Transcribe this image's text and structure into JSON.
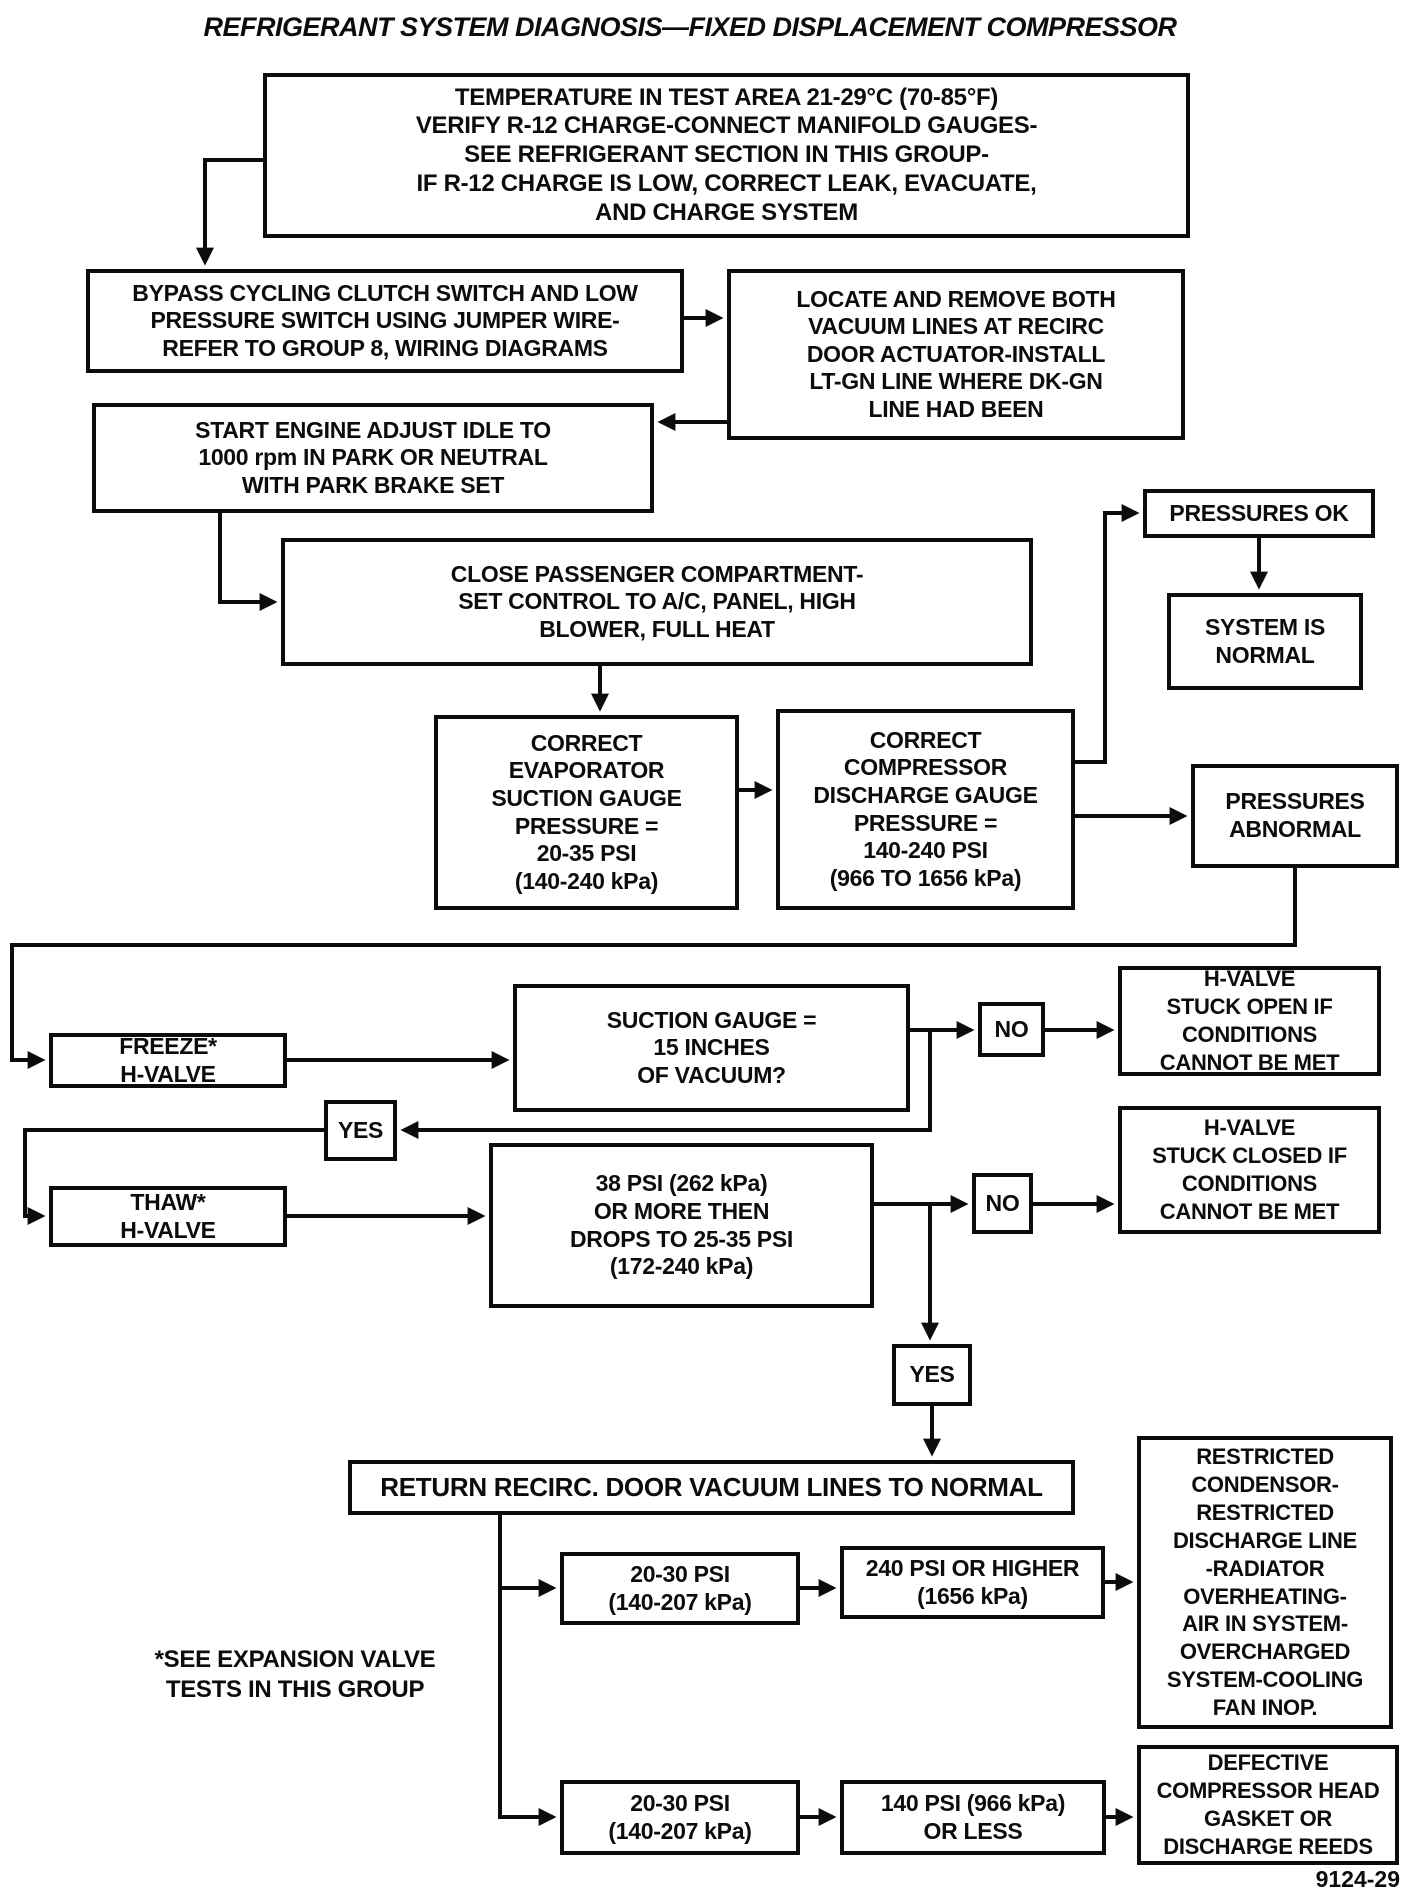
{
  "title": "REFRIGERANT SYSTEM DIAGNOSIS—FIXED DISPLACEMENT COMPRESSOR",
  "figure_number": "9124-29",
  "footnote": "*SEE EXPANSION VALVE\nTESTS IN THIS GROUP",
  "nodes": {
    "temperature_check": "TEMPERATURE IN TEST AREA 21-29°C (70-85°F)\nVERIFY R-12 CHARGE-CONNECT MANIFOLD GAUGES-\nSEE REFRIGERANT SECTION IN THIS GROUP-\nIF R-12 CHARGE IS LOW, CORRECT LEAK, EVACUATE,\nAND CHARGE SYSTEM",
    "bypass_switch": "BYPASS CYCLING CLUTCH SWITCH AND LOW\nPRESSURE SWITCH USING JUMPER WIRE-\nREFER TO GROUP 8, WIRING DIAGRAMS",
    "vacuum_lines": "LOCATE AND REMOVE BOTH\nVACUUM LINES AT RECIRC\nDOOR ACTUATOR-INSTALL\nLT-GN LINE WHERE DK-GN\nLINE HAD BEEN",
    "start_engine": "START ENGINE ADJUST IDLE TO\n1000 rpm IN PARK OR NEUTRAL\nWITH PARK BRAKE SET",
    "close_compartment": "CLOSE PASSENGER COMPARTMENT-\nSET CONTROL TO A/C, PANEL, HIGH\nBLOWER, FULL HEAT",
    "pressures_ok": "PRESSURES OK",
    "system_normal": "SYSTEM IS\nNORMAL",
    "evaporator_pressure": "CORRECT\nEVAPORATOR\nSUCTION GAUGE\nPRESSURE =\n20-35 PSI\n(140-240 kPa)",
    "compressor_pressure": "CORRECT\nCOMPRESSOR\nDISCHARGE GAUGE\nPRESSURE =\n140-240 PSI\n(966 TO 1656 kPa)",
    "pressures_abnormal": "PRESSURES\nABNORMAL",
    "freeze_h_valve": "FREEZE*\nH-VALVE",
    "suction_gauge_question": "SUCTION GAUGE =\n15 INCHES\nOF VACUUM?",
    "no_1": "NO",
    "h_valve_stuck_open": "H-VALVE\nSTUCK OPEN IF\nCONDITIONS\nCANNOT BE MET",
    "yes_1": "YES",
    "thaw_h_valve": "THAW*\nH-VALVE",
    "psi_38": "38 PSI (262 kPa)\nOR MORE THEN\nDROPS TO 25-35 PSI\n(172-240 kPa)",
    "no_2": "NO",
    "h_valve_stuck_closed": "H-VALVE\nSTUCK CLOSED IF\nCONDITIONS\nCANNOT BE MET",
    "yes_2": "YES",
    "return_vacuum_lines": "RETURN RECIRC. DOOR VACUUM LINES TO NORMAL",
    "restricted_condensor": "RESTRICTED\nCONDENSOR-\nRESTRICTED\nDISCHARGE LINE\n-RADIATOR\nOVERHEATING-\nAIR IN SYSTEM-\nOVERCHARGED\nSYSTEM-COOLING\nFAN INOP.",
    "psi_20_30_high": "20-30 PSI\n(140-207 kPa)",
    "psi_240_higher": "240 PSI OR HIGHER\n(1656 kPa)",
    "psi_20_30_low": "20-30 PSI\n(140-207 kPa)",
    "psi_140_less": "140 PSI (966 kPa)\nOR LESS",
    "defective_compressor": "DEFECTIVE\nCOMPRESSOR HEAD\nGASKET OR\nDISCHARGE REEDS"
  }
}
